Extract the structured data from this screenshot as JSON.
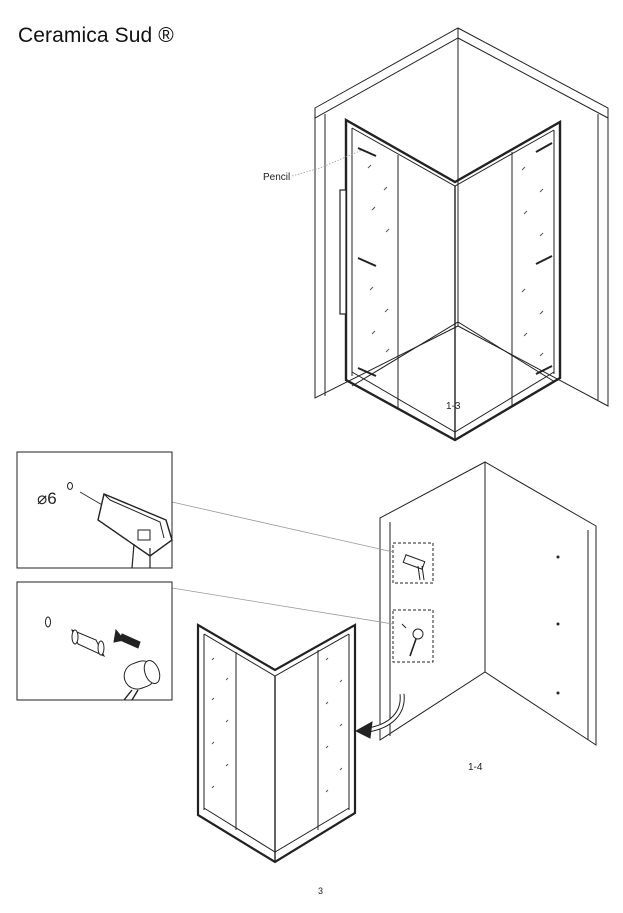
{
  "header": {
    "brand": "Ceramica Sud ®"
  },
  "figure_1_3": {
    "step_label": "1-3",
    "pencil_label": "Pencil"
  },
  "figure_1_4": {
    "step_label": "1-4",
    "drill_diameter": "⌀6"
  },
  "footer": {
    "page_number": "3"
  }
}
